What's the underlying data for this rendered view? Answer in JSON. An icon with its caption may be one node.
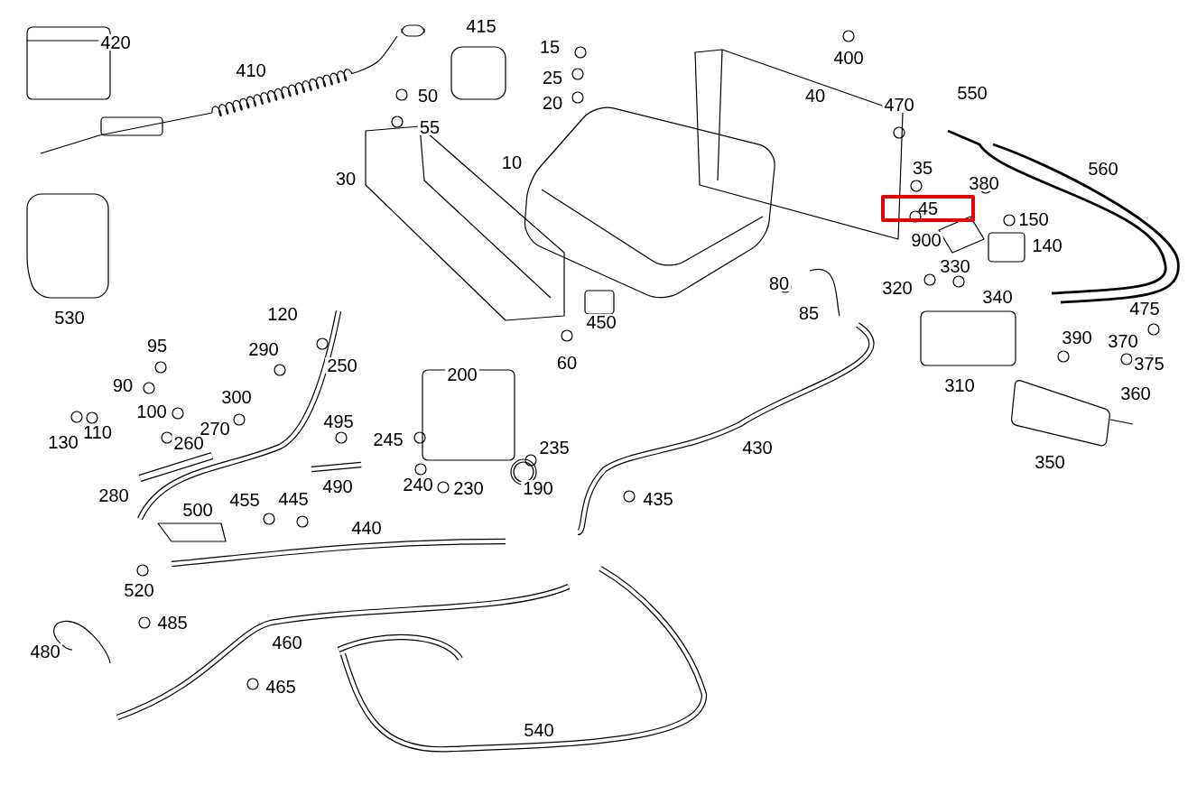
{
  "diagram": {
    "nodes": [
      {
        "text": [
          "45"
        ]
      }
    ],
    "labels": [
      "420",
      "410",
      "415",
      "15",
      "25",
      "20",
      "400",
      "50",
      "55",
      "40",
      "470",
      "550",
      "10",
      "30",
      "35",
      "380",
      "560",
      "150",
      "900",
      "140",
      "330",
      "80",
      "320",
      "340",
      "530",
      "120",
      "85",
      "450",
      "475",
      "95",
      "290",
      "250",
      "60",
      "390",
      "370",
      "375",
      "200",
      "90",
      "100",
      "300",
      "310",
      "360",
      "110",
      "130",
      "270",
      "260",
      "495",
      "245",
      "235",
      "430",
      "350",
      "280",
      "490",
      "240",
      "230",
      "190",
      "435",
      "500",
      "455",
      "445",
      "440",
      "520",
      "485",
      "480",
      "460",
      "465",
      "540"
    ]
  }
}
